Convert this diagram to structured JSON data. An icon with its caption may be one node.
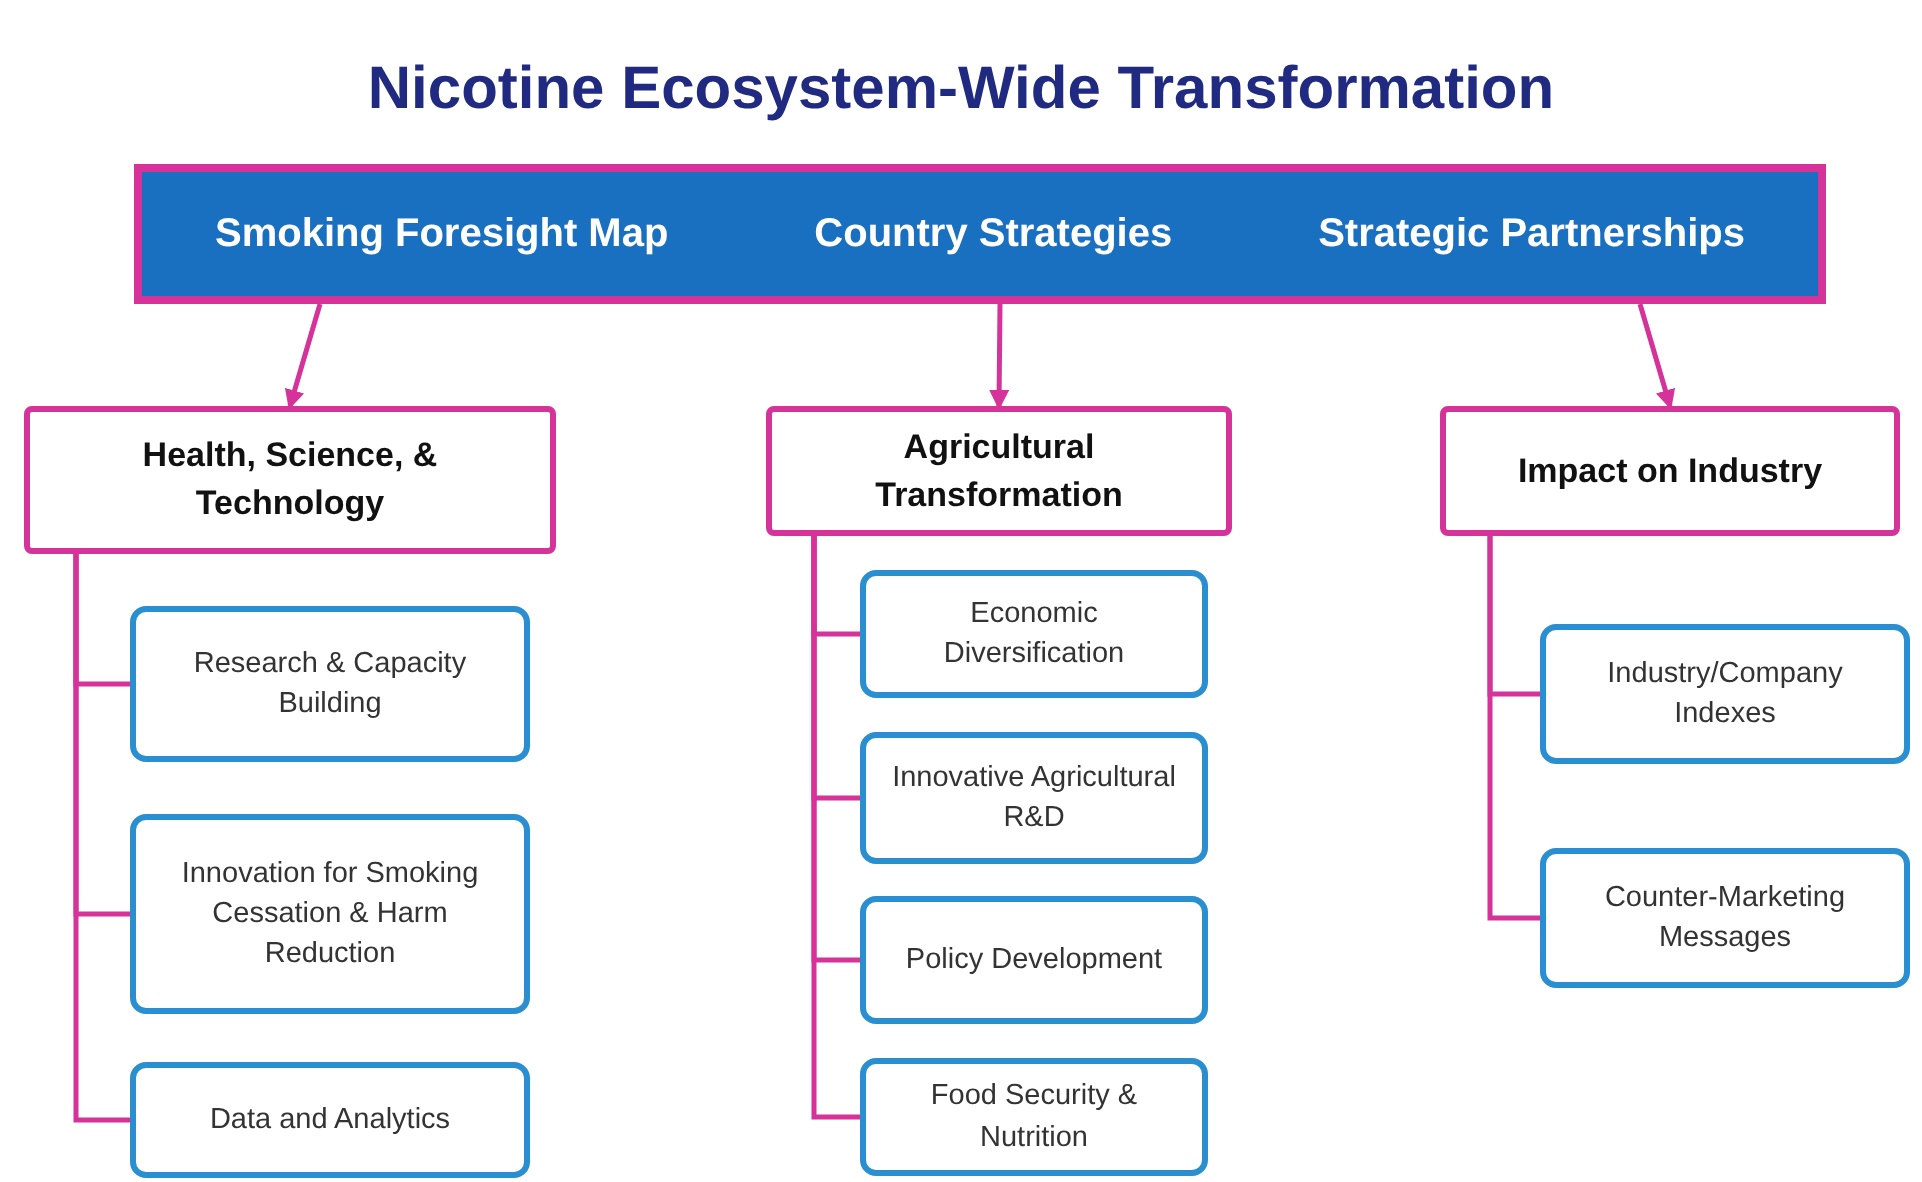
{
  "diagram": {
    "title": "Nicotine Ecosystem-Wide Transformation",
    "nodes": [
      {
        "text": [
          "Smoking Foresight Map",
          "Country Strategies",
          "Strategic Partnerships"
        ]
      },
      {
        "text": [
          "Health, Science, & Technology"
        ]
      },
      {
        "text": [
          "Research & Capacity Building"
        ]
      },
      {
        "text": [
          "Innovation for Smoking Cessation & Harm Reduction"
        ]
      },
      {
        "text": [
          "Data and Analytics"
        ]
      },
      {
        "text": [
          "Agricultural Transformation"
        ]
      },
      {
        "text": [
          "Economic Diversification"
        ]
      },
      {
        "text": [
          "Innovative Agricultural R&D"
        ]
      },
      {
        "text": [
          "Policy Development"
        ]
      },
      {
        "text": [
          "Food Security & Nutrition"
        ]
      },
      {
        "text": [
          "Impact on Industry"
        ]
      },
      {
        "text": [
          "Industry/Company Indexes"
        ]
      },
      {
        "text": [
          "Counter-Marketing Messages"
        ]
      }
    ],
    "edges": [
      {
        "from": 0,
        "to": 1,
        "arrow": "to"
      },
      {
        "from": 0,
        "to": 5,
        "arrow": "to"
      },
      {
        "from": 0,
        "to": 10,
        "arrow": "to"
      },
      {
        "from": 1,
        "to": 2,
        "arrow": "none"
      },
      {
        "from": 1,
        "to": 3,
        "arrow": "none"
      },
      {
        "from": 1,
        "to": 4,
        "arrow": "none"
      },
      {
        "from": 5,
        "to": 6,
        "arrow": "none"
      },
      {
        "from": 5,
        "to": 7,
        "arrow": "none"
      },
      {
        "from": 5,
        "to": 8,
        "arrow": "none"
      },
      {
        "from": 5,
        "to": 9,
        "arrow": "none"
      },
      {
        "from": 10,
        "to": 11,
        "arrow": "none"
      },
      {
        "from": 10,
        "to": 12,
        "arrow": "none"
      }
    ]
  }
}
